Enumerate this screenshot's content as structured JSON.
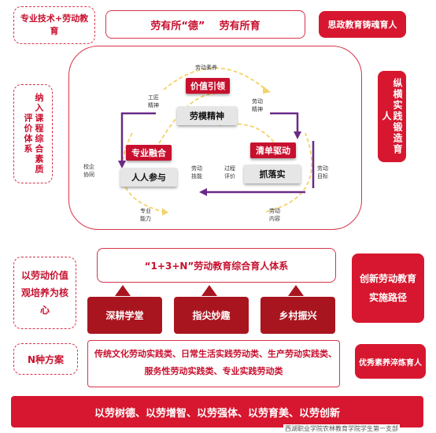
{
  "top": {
    "left_label": "专业技术+劳动教育",
    "center_title": "劳有所“德”    劳有所育",
    "right_label": "思政教育铸魂育人"
  },
  "side": {
    "left_text": "纳入课程综合素质评价体系",
    "right_text": "纵横实践锻造育人"
  },
  "cycle": {
    "top_title": "价值引领",
    "top_sub": "劳模精神",
    "left_title": "专业融合",
    "left_sub": "人人参与",
    "right_title": "清单驱动",
    "right_sub": "抓落实",
    "labels": {
      "labor_literacy": "劳动素养",
      "craftsman": "工匠精神",
      "labor_spirit": "劳动精神",
      "school_coop": "校企协同",
      "labor_skill": "劳动技能",
      "process_eval": "过程评价",
      "labor_goal": "劳动目标",
      "major_ability": "专业能力",
      "labor_content": "劳动内容"
    }
  },
  "middle": {
    "left_text": "以劳动价值观培养为核心",
    "system_title": "“1+3+N”劳动教育综合育人体系",
    "right_text": "创新劳动教育实施路径",
    "pillars": [
      "深耕学堂",
      "指尖妙趣",
      "乡村振兴"
    ]
  },
  "n_section": {
    "label": "N种方案",
    "line1": "传统文化劳动实践类、日常生活实践劳动类、生产劳动实践类、",
    "line2": "服务性劳动实践类、专业实践劳动类",
    "right_label": "优秀素养淬炼育人"
  },
  "bottom": {
    "banner": "以劳树德、以劳增智、以劳强体、以劳育美、以劳创新",
    "watermark": "西湖职业学院农林教育学院学生第一支部"
  },
  "colors": {
    "primary_red": "#d7172f",
    "dark_red": "#a9151f",
    "arrow_purple": "#6a2a86",
    "arrow_yellow": "#f3d36b"
  }
}
